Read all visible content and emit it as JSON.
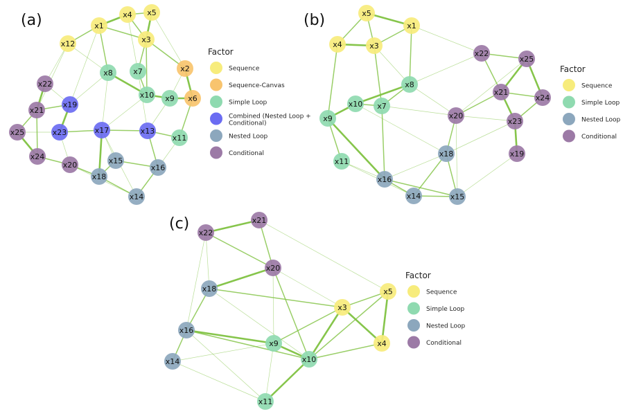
{
  "colors": {
    "Sequence": "#f7ec7c",
    "Sequence-Canvas": "#f8c46e",
    "Simple Loop": "#8fdab0",
    "Combined (Nested Loop + Conditional)": "#6b6cf2",
    "Nested Loop": "#8ca7bd",
    "Conditional": "#9c7aa6",
    "edge": "#7fc241"
  },
  "panels": [
    {
      "id": "a",
      "label": "(a)",
      "legend": {
        "title": "Factor",
        "items": [
          "Sequence",
          "Sequence-Canvas",
          "Simple Loop",
          "Combined (Nested Loop + Conditional)",
          "Nested Loop",
          "Conditional"
        ]
      },
      "nodes": [
        {
          "name": "x1",
          "factor": "Sequence"
        },
        {
          "name": "x4",
          "factor": "Sequence"
        },
        {
          "name": "x5",
          "factor": "Sequence"
        },
        {
          "name": "x12",
          "factor": "Sequence"
        },
        {
          "name": "x3",
          "factor": "Sequence"
        },
        {
          "name": "x2",
          "factor": "Sequence-Canvas"
        },
        {
          "name": "x6",
          "factor": "Sequence-Canvas"
        },
        {
          "name": "x8",
          "factor": "Simple Loop"
        },
        {
          "name": "x7",
          "factor": "Simple Loop"
        },
        {
          "name": "x10",
          "factor": "Simple Loop"
        },
        {
          "name": "x9",
          "factor": "Simple Loop"
        },
        {
          "name": "x11",
          "factor": "Simple Loop"
        },
        {
          "name": "x19",
          "factor": "Combined (Nested Loop + Conditional)"
        },
        {
          "name": "x23",
          "factor": "Combined (Nested Loop + Conditional)"
        },
        {
          "name": "x17",
          "factor": "Combined (Nested Loop + Conditional)"
        },
        {
          "name": "x13",
          "factor": "Combined (Nested Loop + Conditional)"
        },
        {
          "name": "x15",
          "factor": "Nested Loop"
        },
        {
          "name": "x16",
          "factor": "Nested Loop"
        },
        {
          "name": "x18",
          "factor": "Nested Loop"
        },
        {
          "name": "x14",
          "factor": "Nested Loop"
        },
        {
          "name": "x22",
          "factor": "Conditional"
        },
        {
          "name": "x21",
          "factor": "Conditional"
        },
        {
          "name": "x25",
          "factor": "Conditional"
        },
        {
          "name": "x24",
          "factor": "Conditional"
        },
        {
          "name": "x20",
          "factor": "Conditional"
        }
      ],
      "edges": [
        [
          "x1",
          "x4",
          3
        ],
        [
          "x4",
          "x5",
          2
        ],
        [
          "x1",
          "x12",
          2
        ],
        [
          "x1",
          "x3",
          2
        ],
        [
          "x4",
          "x3",
          2
        ],
        [
          "x5",
          "x3",
          3
        ],
        [
          "x3",
          "x2",
          2
        ],
        [
          "x2",
          "x6",
          3
        ],
        [
          "x3",
          "x7",
          2
        ],
        [
          "x1",
          "x8",
          2
        ],
        [
          "x8",
          "x10",
          3
        ],
        [
          "x10",
          "x9",
          3
        ],
        [
          "x9",
          "x6",
          3
        ],
        [
          "x7",
          "x10",
          2
        ],
        [
          "x6",
          "x11",
          2
        ],
        [
          "x13",
          "x11",
          2
        ],
        [
          "x13",
          "x16",
          2
        ],
        [
          "x19",
          "x23",
          3
        ],
        [
          "x23",
          "x17",
          2
        ],
        [
          "x17",
          "x13",
          2
        ],
        [
          "x17",
          "x18",
          3
        ],
        [
          "x15",
          "x16",
          2
        ],
        [
          "x16",
          "x14",
          2
        ],
        [
          "x18",
          "x14",
          2
        ],
        [
          "x15",
          "x18",
          2
        ],
        [
          "x22",
          "x21",
          3
        ],
        [
          "x21",
          "x25",
          2
        ],
        [
          "x25",
          "x24",
          3
        ],
        [
          "x24",
          "x20",
          2
        ],
        [
          "x21",
          "x24",
          2
        ],
        [
          "x20",
          "x18",
          2
        ],
        [
          "x19",
          "x21",
          2
        ],
        [
          "x12",
          "x22",
          1
        ],
        [
          "x12",
          "x8",
          1
        ],
        [
          "x8",
          "x17",
          1
        ],
        [
          "x7",
          "x13",
          1
        ],
        [
          "x4",
          "x7",
          1
        ],
        [
          "x5",
          "x2",
          1
        ],
        [
          "x3",
          "x10",
          2
        ],
        [
          "x1",
          "x19",
          1
        ],
        [
          "x22",
          "x19",
          1
        ],
        [
          "x23",
          "x20",
          1
        ],
        [
          "x17",
          "x15",
          1
        ],
        [
          "x11",
          "x16",
          1
        ],
        [
          "x9",
          "x13",
          1
        ],
        [
          "x10",
          "x17",
          1
        ],
        [
          "x2",
          "x9",
          1
        ],
        [
          "x12",
          "x21",
          1
        ],
        [
          "x23",
          "x25",
          1
        ],
        [
          "x8",
          "x19",
          1
        ],
        [
          "x20",
          "x14",
          1
        ],
        [
          "x17",
          "x14",
          1
        ]
      ]
    },
    {
      "id": "b",
      "label": "(b)",
      "legend": {
        "title": "Factor",
        "items": [
          "Sequence",
          "Simple Loop",
          "Nested Loop",
          "Conditional"
        ]
      },
      "nodes": [
        {
          "name": "x5",
          "factor": "Sequence"
        },
        {
          "name": "x1",
          "factor": "Sequence"
        },
        {
          "name": "x4",
          "factor": "Sequence"
        },
        {
          "name": "x3",
          "factor": "Sequence"
        },
        {
          "name": "x8",
          "factor": "Simple Loop"
        },
        {
          "name": "x10",
          "factor": "Simple Loop"
        },
        {
          "name": "x7",
          "factor": "Simple Loop"
        },
        {
          "name": "x9",
          "factor": "Simple Loop"
        },
        {
          "name": "x11",
          "factor": "Simple Loop"
        },
        {
          "name": "x18",
          "factor": "Nested Loop"
        },
        {
          "name": "x16",
          "factor": "Nested Loop"
        },
        {
          "name": "x14",
          "factor": "Nested Loop"
        },
        {
          "name": "x15",
          "factor": "Nested Loop"
        },
        {
          "name": "x22",
          "factor": "Conditional"
        },
        {
          "name": "x25",
          "factor": "Conditional"
        },
        {
          "name": "x21",
          "factor": "Conditional"
        },
        {
          "name": "x24",
          "factor": "Conditional"
        },
        {
          "name": "x20",
          "factor": "Conditional"
        },
        {
          "name": "x23",
          "factor": "Conditional"
        },
        {
          "name": "x19",
          "factor": "Conditional"
        }
      ],
      "edges": [
        [
          "x5",
          "x1",
          3
        ],
        [
          "x5",
          "x4",
          2
        ],
        [
          "x5",
          "x3",
          2
        ],
        [
          "x4",
          "x3",
          3
        ],
        [
          "x1",
          "x3",
          2
        ],
        [
          "x1",
          "x8",
          2
        ],
        [
          "x4",
          "x9",
          2
        ],
        [
          "x3",
          "x7",
          2
        ],
        [
          "x8",
          "x10",
          3
        ],
        [
          "x10",
          "x7",
          2
        ],
        [
          "x10",
          "x9",
          3
        ],
        [
          "x8",
          "x7",
          2
        ],
        [
          "x9",
          "x11",
          2
        ],
        [
          "x9",
          "x16",
          3
        ],
        [
          "x11",
          "x16",
          1
        ],
        [
          "x16",
          "x14",
          2
        ],
        [
          "x16",
          "x15",
          2
        ],
        [
          "x14",
          "x18",
          2
        ],
        [
          "x18",
          "x15",
          2
        ],
        [
          "x18",
          "x20",
          2
        ],
        [
          "x22",
          "x21",
          2
        ],
        [
          "x22",
          "x25",
          2
        ],
        [
          "x25",
          "x21",
          3
        ],
        [
          "x25",
          "x24",
          3
        ],
        [
          "x21",
          "x24",
          2
        ],
        [
          "x21",
          "x23",
          3
        ],
        [
          "x23",
          "x24",
          2
        ],
        [
          "x23",
          "x19",
          3
        ],
        [
          "x20",
          "x21",
          2
        ],
        [
          "x20",
          "x23",
          1
        ],
        [
          "x1",
          "x22",
          1
        ],
        [
          "x8",
          "x20",
          1
        ],
        [
          "x7",
          "x20",
          1
        ],
        [
          "x10",
          "x18",
          1
        ],
        [
          "x7",
          "x16",
          2
        ],
        [
          "x3",
          "x8",
          1
        ],
        [
          "x16",
          "x18",
          1
        ],
        [
          "x20",
          "x15",
          1
        ],
        [
          "x19",
          "x15",
          1
        ],
        [
          "x25",
          "x20",
          1
        ],
        [
          "x8",
          "x22",
          1
        ],
        [
          "x14",
          "x15",
          2
        ],
        [
          "x11",
          "x14",
          1
        ],
        [
          "x23",
          "x18",
          1
        ]
      ]
    },
    {
      "id": "c",
      "label": "(c)",
      "legend": {
        "title": "Factor",
        "items": [
          "Sequence",
          "Simple Loop",
          "Nested Loop",
          "Conditional"
        ]
      },
      "nodes": [
        {
          "name": "x21",
          "factor": "Conditional"
        },
        {
          "name": "x22",
          "factor": "Conditional"
        },
        {
          "name": "x20",
          "factor": "Conditional"
        },
        {
          "name": "x18",
          "factor": "Nested Loop"
        },
        {
          "name": "x16",
          "factor": "Nested Loop"
        },
        {
          "name": "x14",
          "factor": "Nested Loop"
        },
        {
          "name": "x3",
          "factor": "Sequence"
        },
        {
          "name": "x5",
          "factor": "Sequence"
        },
        {
          "name": "x4",
          "factor": "Sequence"
        },
        {
          "name": "x9",
          "factor": "Simple Loop"
        },
        {
          "name": "x10",
          "factor": "Simple Loop"
        },
        {
          "name": "x11",
          "factor": "Simple Loop"
        }
      ],
      "edges": [
        [
          "x22",
          "x21",
          3
        ],
        [
          "x21",
          "x20",
          2
        ],
        [
          "x22",
          "x20",
          2
        ],
        [
          "x20",
          "x18",
          3
        ],
        [
          "x18",
          "x16",
          2
        ],
        [
          "x16",
          "x14",
          2
        ],
        [
          "x16",
          "x9",
          3
        ],
        [
          "x16",
          "x10",
          2
        ],
        [
          "x9",
          "x10",
          3
        ],
        [
          "x3",
          "x5",
          2
        ],
        [
          "x5",
          "x4",
          3
        ],
        [
          "x3",
          "x4",
          3
        ],
        [
          "x3",
          "x10",
          3
        ],
        [
          "x3",
          "x9",
          2
        ],
        [
          "x10",
          "x11",
          3
        ],
        [
          "x4",
          "x10",
          2
        ],
        [
          "x20",
          "x9",
          1
        ],
        [
          "x20",
          "x10",
          2
        ],
        [
          "x18",
          "x3",
          2
        ],
        [
          "x22",
          "x16",
          1
        ],
        [
          "x16",
          "x11",
          1
        ],
        [
          "x14",
          "x11",
          1
        ],
        [
          "x14",
          "x9",
          1
        ],
        [
          "x5",
          "x10",
          2
        ],
        [
          "x21",
          "x5",
          1
        ],
        [
          "x18",
          "x10",
          1
        ],
        [
          "x9",
          "x11",
          1
        ],
        [
          "x22",
          "x18",
          1
        ],
        [
          "x20",
          "x3",
          1
        ]
      ]
    }
  ]
}
